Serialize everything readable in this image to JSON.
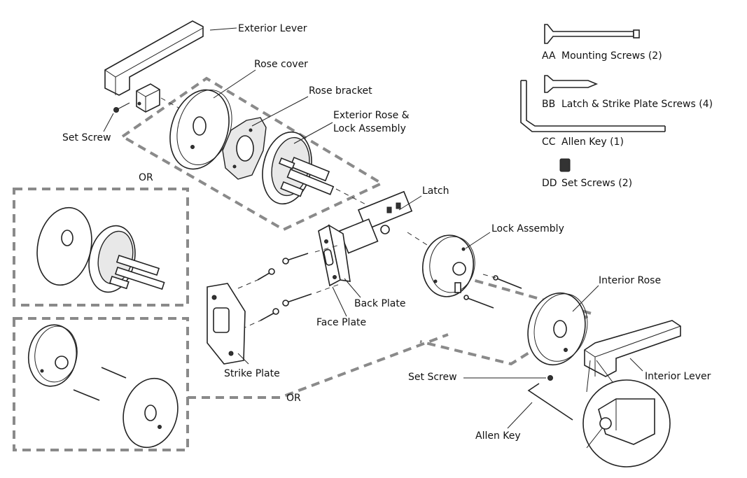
{
  "labels": {
    "exterior_lever": "Exterior Lever",
    "rose_cover": "Rose cover",
    "rose_bracket": "Rose bracket",
    "exterior_rose_line1": "Exterior Rose &",
    "exterior_rose_line2": "Lock Assembly",
    "set_screw_left": "Set Screw",
    "or_top": "OR",
    "latch": "Latch",
    "lock_assembly": "Lock Assembly",
    "back_plate": "Back Plate",
    "face_plate": "Face Plate",
    "strike_plate": "Strike Plate",
    "interior_rose": "Interior Rose",
    "interior_lever": "Interior Lever",
    "set_screw_right": "Set Screw",
    "allen_key": "Allen Key",
    "or_bottom": "OR"
  },
  "parts_legend": [
    {
      "code": "AA",
      "name": "Mounting Screws (2)"
    },
    {
      "code": "BB",
      "name": "Latch & Strike Plate Screws (4)"
    },
    {
      "code": "CC",
      "name": "Allen Key (1)"
    },
    {
      "code": "DD",
      "name": "Set Screws (2)"
    }
  ]
}
